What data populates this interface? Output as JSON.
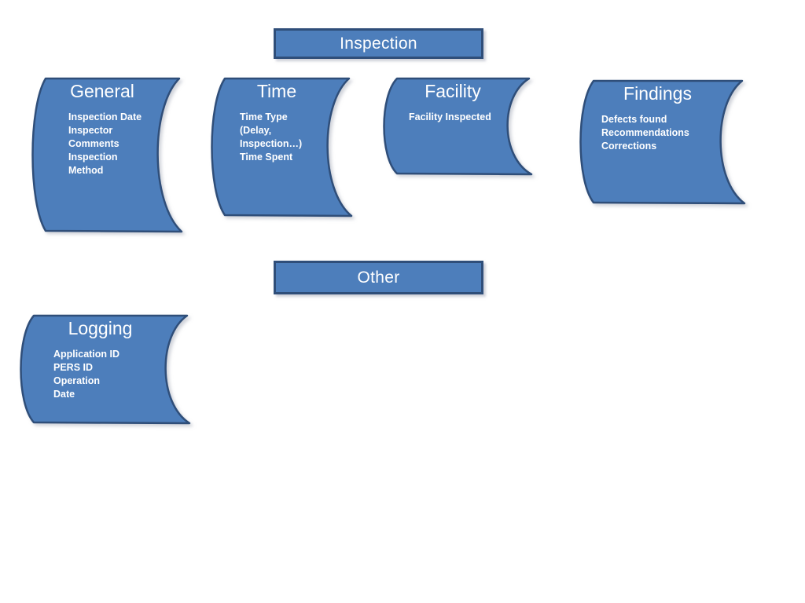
{
  "slide": {
    "colors": {
      "shape_fill": "#4d7ebb",
      "shape_border": "#2f4e79",
      "text": "#ffffff",
      "background": "#ffffff"
    },
    "header_box": {
      "label": "Inspection"
    },
    "other_box": {
      "label": "Other"
    },
    "panels": {
      "general": {
        "title": "General",
        "lines": [
          "Inspection Date",
          "Inspector",
          "Comments",
          "Inspection",
          "Method"
        ]
      },
      "time": {
        "title": "Time",
        "lines": [
          "Time Type",
          "(Delay,",
          "Inspection…)",
          "Time Spent"
        ]
      },
      "facility": {
        "title": "Facility",
        "lines": [
          "Facility Inspected"
        ]
      },
      "findings": {
        "title": "Findings",
        "lines": [
          "Defects found",
          "Recommendations",
          "Corrections"
        ]
      },
      "logging": {
        "title": "Logging",
        "lines": [
          "Application ID",
          "PERS ID",
          "Operation",
          "Date"
        ]
      }
    }
  }
}
